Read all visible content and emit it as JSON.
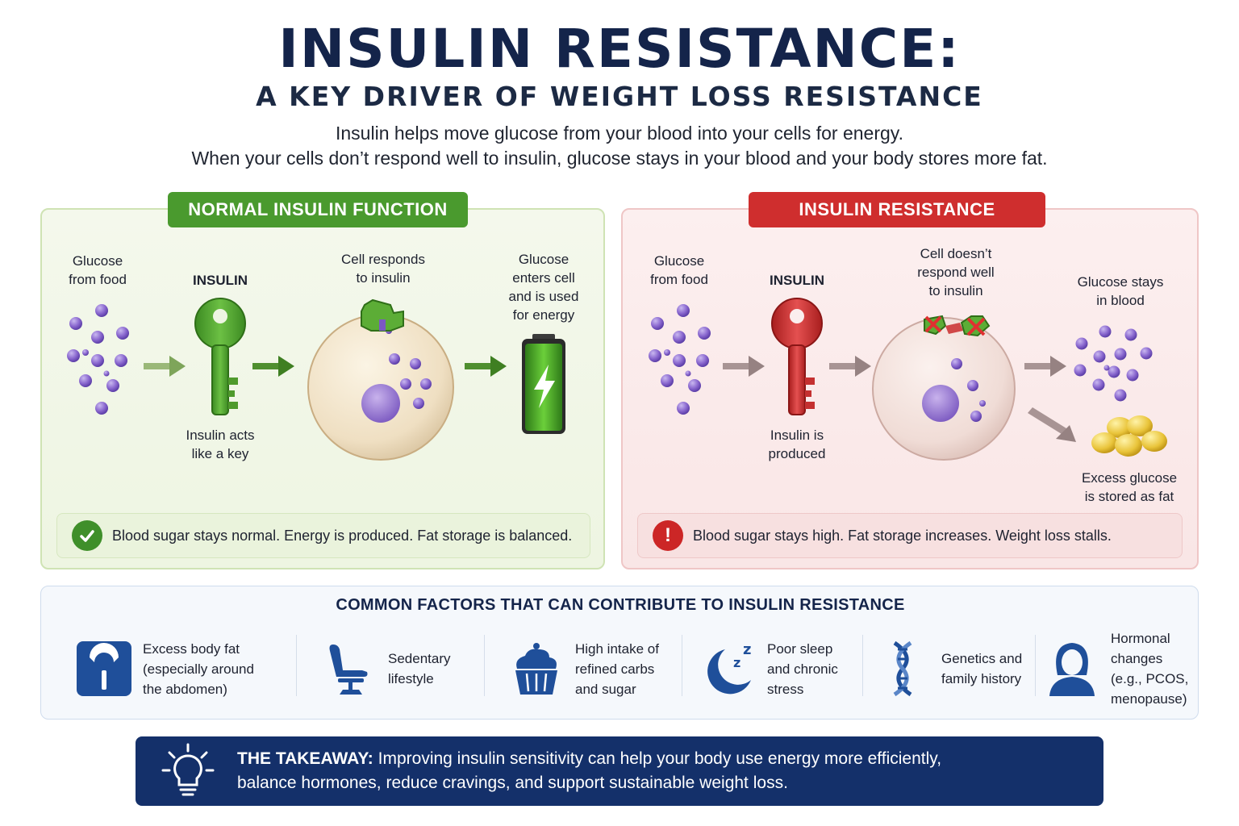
{
  "title": "INSULIN RESISTANCE:",
  "subtitle": "A KEY DRIVER OF WEIGHT LOSS RESISTANCE",
  "intro": {
    "line1": "Insulin helps move glucose from your blood into your cells for energy.",
    "line2": "When your cells don’t respond well to insulin, glucose stays in your blood and your body stores more fat."
  },
  "normal": {
    "heading": "NORMAL INSULIN FUNCTION",
    "glucose_label": [
      "Glucose",
      "from food"
    ],
    "insulin_label": "INSULIN",
    "key_caption": [
      "Insulin acts",
      "like a key"
    ],
    "cell_label": [
      "Cell responds",
      "to insulin"
    ],
    "energy_label": [
      "Glucose",
      "enters cell",
      "and is used",
      "for energy"
    ],
    "status": "Blood sugar stays normal. Energy is produced. Fat storage is balanced.",
    "status_icon": "check-icon",
    "accent": "#4a9a2e"
  },
  "resistance": {
    "heading": "INSULIN RESISTANCE",
    "glucose_label": [
      "Glucose",
      "from food"
    ],
    "insulin_label": "INSULIN",
    "key_caption": [
      "Insulin is",
      "produced"
    ],
    "cell_label": [
      "Cell doesn’t",
      "respond well",
      "to insulin"
    ],
    "blood_label": [
      "Glucose stays",
      "in blood"
    ],
    "fat_label": [
      "Excess glucose",
      "is stored as fat"
    ],
    "status": "Blood sugar stays high. Fat storage increases. Weight loss stalls.",
    "status_icon": "alert-icon",
    "accent": "#cf2e2e"
  },
  "factors": {
    "heading": "COMMON FACTORS THAT CAN CONTRIBUTE TO INSULIN RESISTANCE",
    "items": [
      {
        "icon": "scale-icon",
        "lines": [
          "Excess body fat",
          "(especially around",
          "the abdomen)"
        ]
      },
      {
        "icon": "chair-icon",
        "lines": [
          "Sedentary",
          "lifestyle"
        ]
      },
      {
        "icon": "cupcake-icon",
        "lines": [
          "High intake of",
          "refined carbs",
          "and sugar"
        ]
      },
      {
        "icon": "moon-sleep-icon",
        "lines": [
          "Poor sleep",
          "and chronic",
          "stress"
        ]
      },
      {
        "icon": "dna-icon",
        "lines": [
          "Genetics and",
          "family history"
        ]
      },
      {
        "icon": "woman-icon",
        "lines": [
          "Hormonal",
          "changes",
          "(e.g., PCOS,",
          "menopause)"
        ]
      }
    ]
  },
  "takeaway": {
    "heading": "THE TAKEAWAY:",
    "line1": "Improving insulin sensitivity can help your body use energy more efficiently,",
    "line2": "balance hormones, reduce cravings, and support sustainable weight loss.",
    "icon": "lightbulb-icon"
  }
}
